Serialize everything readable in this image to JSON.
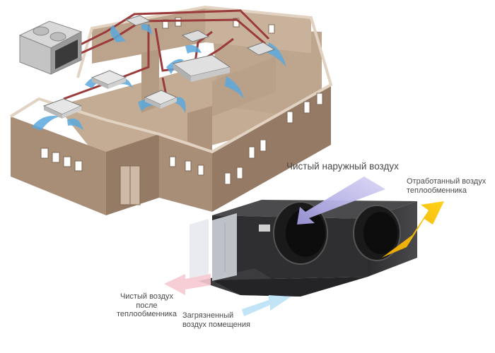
{
  "labels": {
    "fresh_outdoor_air": "Чистый наружный воздух",
    "exhaust_air": [
      "Отработанный воздух",
      "теплообменника"
    ],
    "supply_air": [
      "Чистый воздух",
      "после",
      "теплообменника"
    ],
    "return_air": [
      "Загрязненный",
      "воздух помещения"
    ]
  },
  "colors": {
    "wall": "#a88e77",
    "wall_top": "#d9c7b4",
    "floor": "#c7ae96",
    "duct": "#9a3a3a",
    "airflow": "#5aa9de",
    "unit_body": "#3b3b3d",
    "fresh_air_arrow": "#b8b3e6",
    "exhaust_arrow": "#f5b800",
    "supply_arrow": "#f7c9d2",
    "return_arrow": "#bfe3f7"
  }
}
